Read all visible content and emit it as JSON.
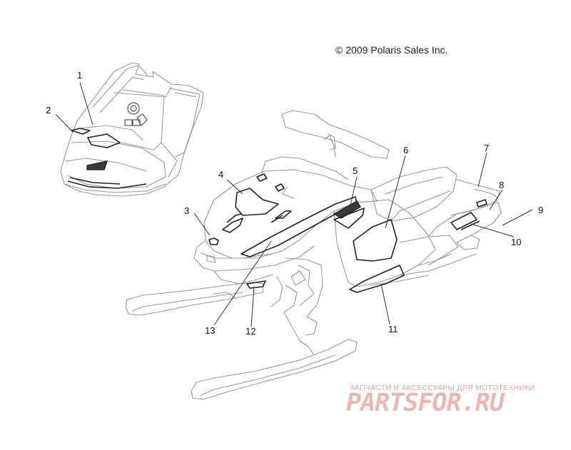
{
  "copyright": "© 2009 Polaris Sales Inc.",
  "callouts": [
    {
      "id": "1",
      "text": "1"
    },
    {
      "id": "2",
      "text": "2"
    },
    {
      "id": "3",
      "text": "3"
    },
    {
      "id": "4",
      "text": "4"
    },
    {
      "id": "5",
      "text": "5"
    },
    {
      "id": "6",
      "text": "6"
    },
    {
      "id": "7",
      "text": "7"
    },
    {
      "id": "8",
      "text": "8"
    },
    {
      "id": "9",
      "text": "9"
    },
    {
      "id": "10",
      "text": "10"
    },
    {
      "id": "11",
      "text": "11"
    },
    {
      "id": "12",
      "text": "12"
    },
    {
      "id": "13",
      "text": "13"
    }
  ],
  "watermark": {
    "subtitle": "ЗАПЧАСТИ И АКСЕССУАРЫ ДЛЯ МОТОТЕХНИКИ",
    "logo": "PARTSFOR.RU"
  }
}
